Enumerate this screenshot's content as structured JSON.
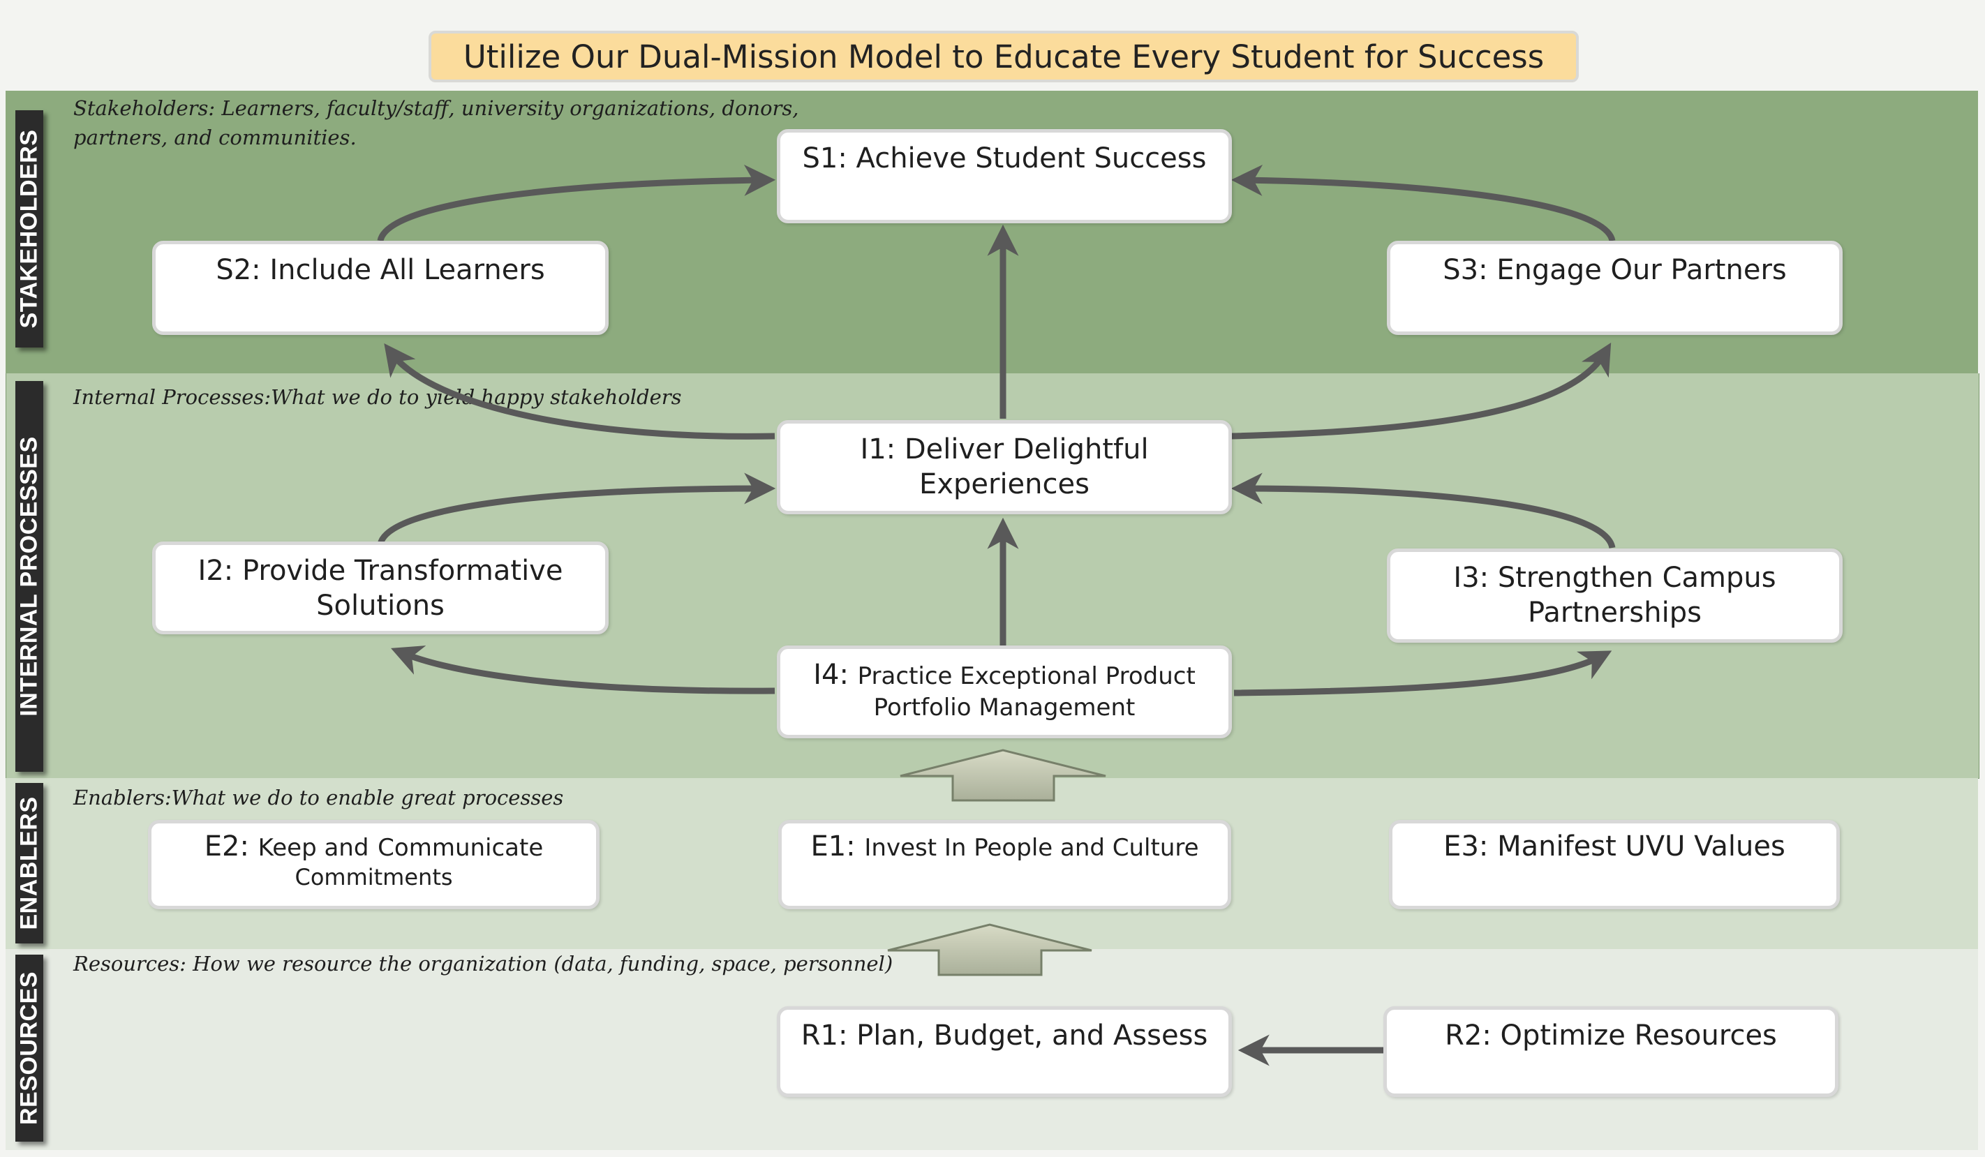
{
  "title": "Utilize Our Dual-Mission Model to Educate Every Student for Success",
  "layers": {
    "stakeholders": {
      "label": "STAKEHOLDERS",
      "note_line1": "Stakeholders: Learners, faculty/staff, university organizations, donors,",
      "note_line2": "partners, and communities."
    },
    "internal": {
      "label": "INTERNAL PROCESSES",
      "note": "Internal Processes:What we do to yield happy stakeholders"
    },
    "enablers": {
      "label": "ENABLERS",
      "note": "Enablers:What we do to enable great processes"
    },
    "resources": {
      "label": "RESOURCES",
      "note": "Resources: How we resource the organization (data, funding, space, personnel)"
    }
  },
  "objectives": {
    "s1": "S1: Achieve Student Success",
    "s2": "S2: Include All Learners",
    "s3": "S3: Engage Our Partners",
    "i1_line1": "I1: Deliver Delightful",
    "i1_line2": "Experiences",
    "i2_line1": "I2: Provide Transformative",
    "i2_line2": "Solutions",
    "i3_line1": "I3: Strengthen Campus",
    "i3_line2": "Partnerships",
    "i4_code": "I4:",
    "i4_line1": "Practice Exceptional Product",
    "i4_line2": "Portfolio Management",
    "e1_code": "E1:",
    "e1_text": "Invest In People and Culture",
    "e2_code": "E2:",
    "e2_text1": "Keep and",
    "e2_text2": "Communicate",
    "e2_line2": "Commitments",
    "e3": "E3: Manifest UVU Values",
    "r1": "R1: Plan, Budget, and Assess",
    "r2": "R2: Optimize Resources"
  },
  "colors": {
    "stakeholders_band": "#8dab7e",
    "internal_band": "#b8ccad",
    "enablers_band": "#d3dfcc",
    "resources_band": "#e6ebe3",
    "title_fill": "#fbdc9c",
    "arrow": "#595959",
    "block_arrow": "#c9ccb6"
  }
}
